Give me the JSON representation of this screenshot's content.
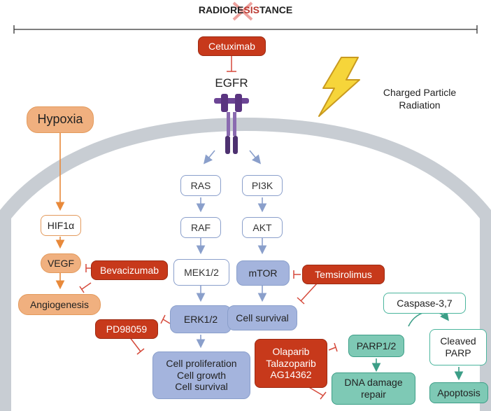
{
  "title": {
    "prefix": "RADIORE",
    "struck": "SIS",
    "suffix": "TANCE"
  },
  "receptor": {
    "drug": "Cetuximab",
    "name": "EGFR"
  },
  "radiation": {
    "line1": "Charged Particle",
    "line2": "Radiation"
  },
  "hypoxia": {
    "hypoxia": "Hypoxia",
    "hif": "HIF1α",
    "vegf": "VEGF",
    "angio": "Angiogenesis",
    "bev": "Bevacizumab"
  },
  "pathway": {
    "ras": "RAS",
    "raf": "RAF",
    "mek": "MEK1/2",
    "erk": "ERK1/2",
    "pd": "PD98059",
    "outcome": [
      "Cell proliferation",
      "Cell growth",
      "Cell survival"
    ],
    "pi3k": "PI3K",
    "akt": "AKT",
    "mtor": "mTOR",
    "tem": "Temsirolimus",
    "survival": "Cell survival"
  },
  "dna": {
    "drugs": [
      "Olaparib",
      "Talazoparib",
      "AG14362"
    ],
    "parp": "PARP1/2",
    "repair": [
      "DNA damage",
      "repair"
    ],
    "caspase": "Caspase-3,7",
    "cleaved": [
      "Cleaved",
      "PARP"
    ],
    "apoptosis": "Apoptosis"
  },
  "colors": {
    "orange": "#e8893a",
    "blue": "#8a9fcb",
    "red": "#c7391b",
    "teal": "#3c9e87",
    "membrane": "#c8cdd3"
  }
}
